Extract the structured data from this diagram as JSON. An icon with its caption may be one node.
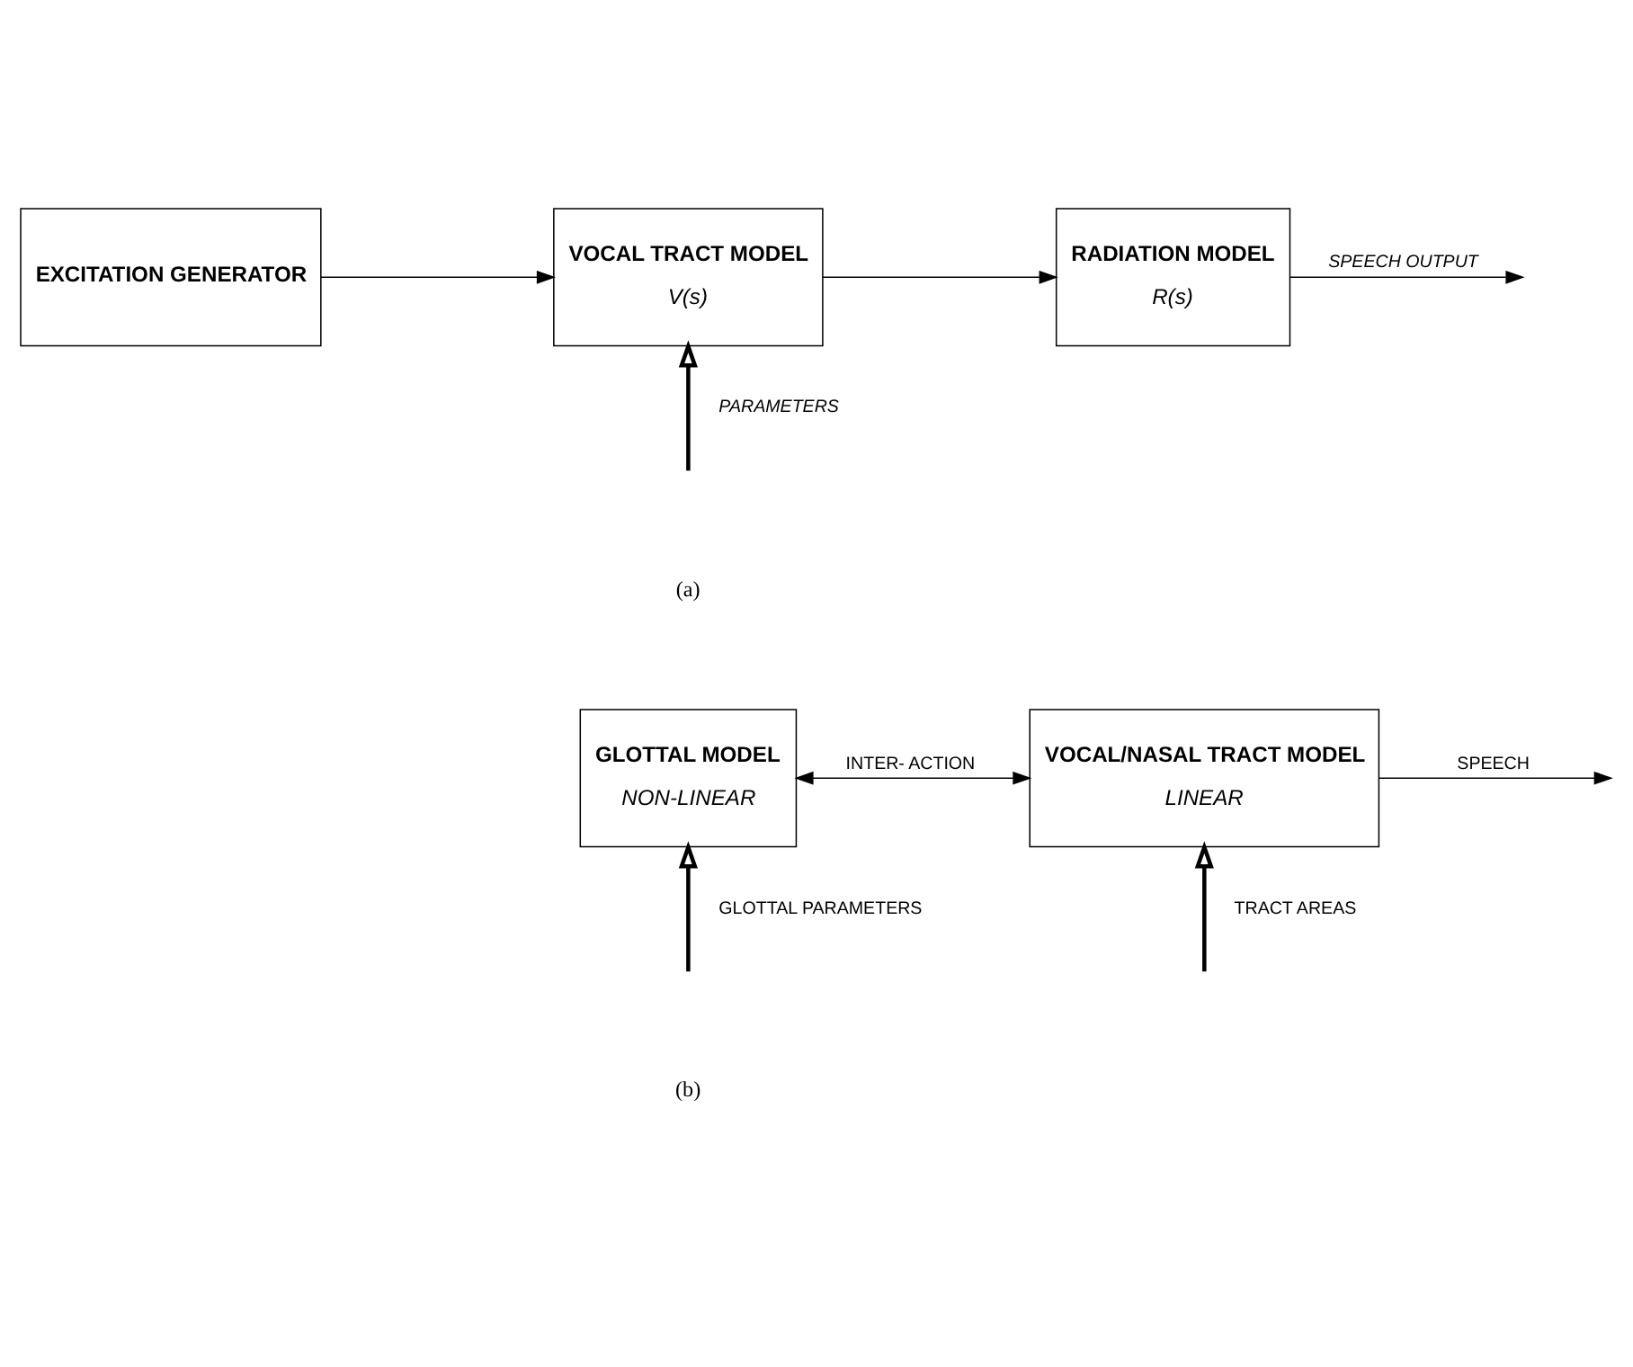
{
  "diagram": {
    "nodes": [
      {
        "text": [
          "EXCITATION GENERATOR"
        ]
      },
      {
        "text": [
          "VOCAL TRACT MODEL",
          "V(s)"
        ]
      },
      {
        "text": [
          "RADIATION MODEL",
          "R(s)"
        ]
      },
      {
        "text": [
          "GLOTTAL MODEL",
          "NON-LINEAR"
        ]
      },
      {
        "text": [
          "VOCAL/NASAL TRACT MODEL",
          "LINEAR"
        ]
      }
    ],
    "edges": [
      {
        "from": 0,
        "to": 1,
        "arrow": "to"
      },
      {
        "from": 1,
        "to": 2,
        "arrow": "to"
      },
      {
        "from": 2,
        "to": null,
        "arrow": "to",
        "label": "SPEECH OUTPUT"
      },
      {
        "from": null,
        "to": 1,
        "arrow": "to",
        "label": "PARAMETERS",
        "style": "thick"
      },
      {
        "from": 3,
        "to": 4,
        "arrow": "both",
        "label": "INTER- ACTION"
      },
      {
        "from": 4,
        "to": null,
        "arrow": "to",
        "label": "SPEECH"
      },
      {
        "from": null,
        "to": 3,
        "arrow": "to",
        "label": "GLOTTAL PARAMETERS",
        "style": "thick"
      },
      {
        "from": null,
        "to": 4,
        "arrow": "to",
        "label": "TRACT AREAS",
        "style": "thick"
      }
    ],
    "labels": [
      "(a)",
      "(b)"
    ]
  }
}
